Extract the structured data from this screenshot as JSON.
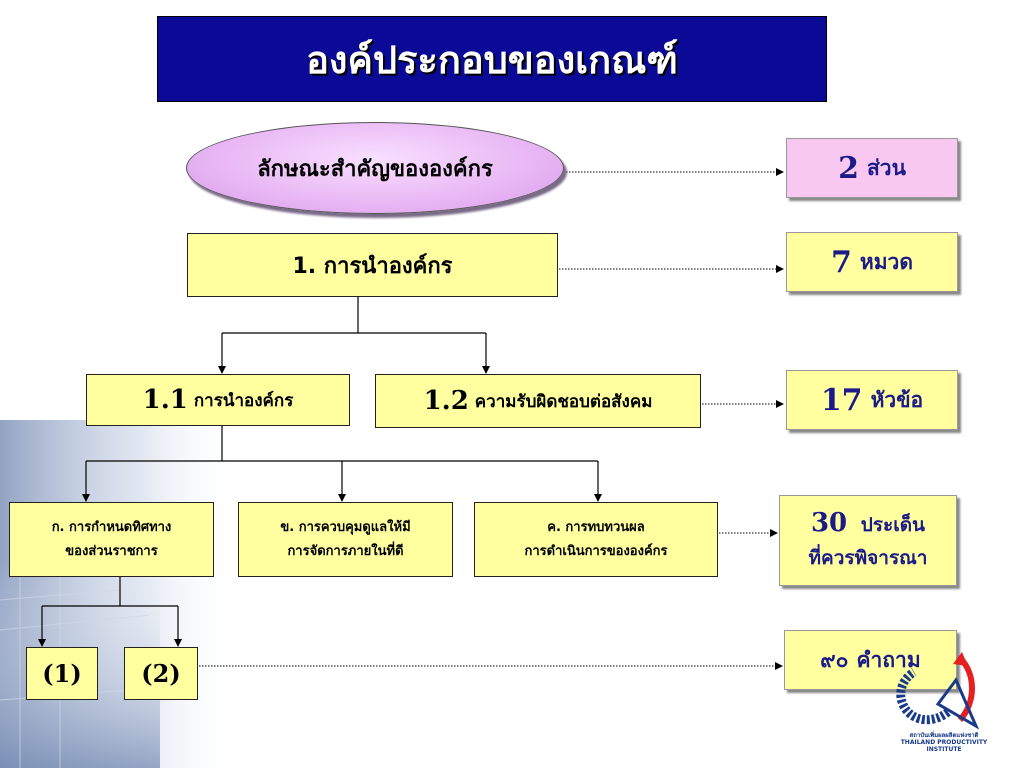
{
  "title": "องค์ประกอบของเกณฑ์",
  "profile": "ลักษณะสำคัญขององค์กร",
  "lead": "1. การนำองค์กร",
  "sub1": {
    "num": "1.1",
    "label": "การนำองค์กร"
  },
  "sub2": {
    "num": "1.2",
    "label": "ความรับผิดชอบต่อสังคม"
  },
  "items": [
    {
      "line1": "ก. การกำหนดทิศทาง",
      "line2": "ของส่วนราชการ"
    },
    {
      "line1": "ข. การควบคุมดูแลให้มี",
      "line2": "การจัดการภายในที่ดี"
    },
    {
      "line1": "ค. การทบทวนผล",
      "line2": "การดำเนินการขององค์กร"
    }
  ],
  "questions": [
    "(1)",
    "(2)"
  ],
  "counts": [
    {
      "num": "2",
      "word": "ส่วน"
    },
    {
      "num": "7",
      "word": "หมวด"
    },
    {
      "num": "17",
      "word": "หัวข้อ"
    },
    {
      "num": "30",
      "word": "ประเด็น",
      "word2": "ที่ควรพิจารณา"
    },
    {
      "num": "๙๐",
      "word": "คำถาม"
    }
  ],
  "logo": {
    "text_th": "สถาบันเพิ่มผลผลิตแห่งชาติ",
    "text_en": "THAILAND PRODUCTIVITY INSTITUTE"
  },
  "colors": {
    "title_bg": "#0a0a96",
    "box_yellow": "#ffffa0",
    "box_pink": "#f9c8f0",
    "count_text": "#1a1a88"
  }
}
